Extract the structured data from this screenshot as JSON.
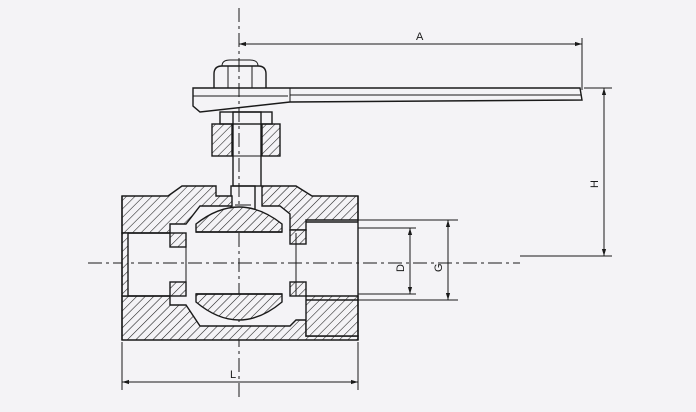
{
  "drawing": {
    "dimensions": {
      "a": "A",
      "h": "H",
      "d": "D",
      "g": "G",
      "l": "L"
    }
  },
  "colors": {
    "line": "#1a1a1a",
    "paper": "#f4f3f6"
  }
}
